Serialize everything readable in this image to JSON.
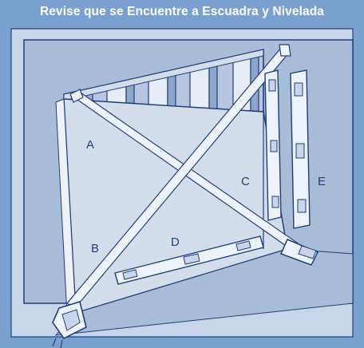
{
  "title": "Revise que se Encuentre a Escuadra y Nivelada",
  "labels": {
    "a": "A",
    "b": "B",
    "c": "C",
    "d": "D",
    "e": "E"
  },
  "colors": {
    "background": "#7aa0cf",
    "panel": "#c9d6ea",
    "wall": "#aabed9",
    "opening": "#ced9ec",
    "dark": "#1f3f7a",
    "stud": "#9cb1cf",
    "tool": "#eef3fb"
  },
  "icons": [
    "level-icon",
    "tape-measure-icon"
  ]
}
